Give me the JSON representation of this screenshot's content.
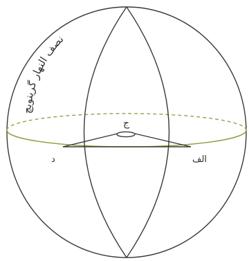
{
  "labels": {
    "meridian": "نصف النهار گرینویچ",
    "point_center": "ج",
    "point_left": "د",
    "point_right": "الف"
  },
  "colors": {
    "line": "#3a3a33",
    "equator": "#8e9a36",
    "background": "#ffffff"
  }
}
